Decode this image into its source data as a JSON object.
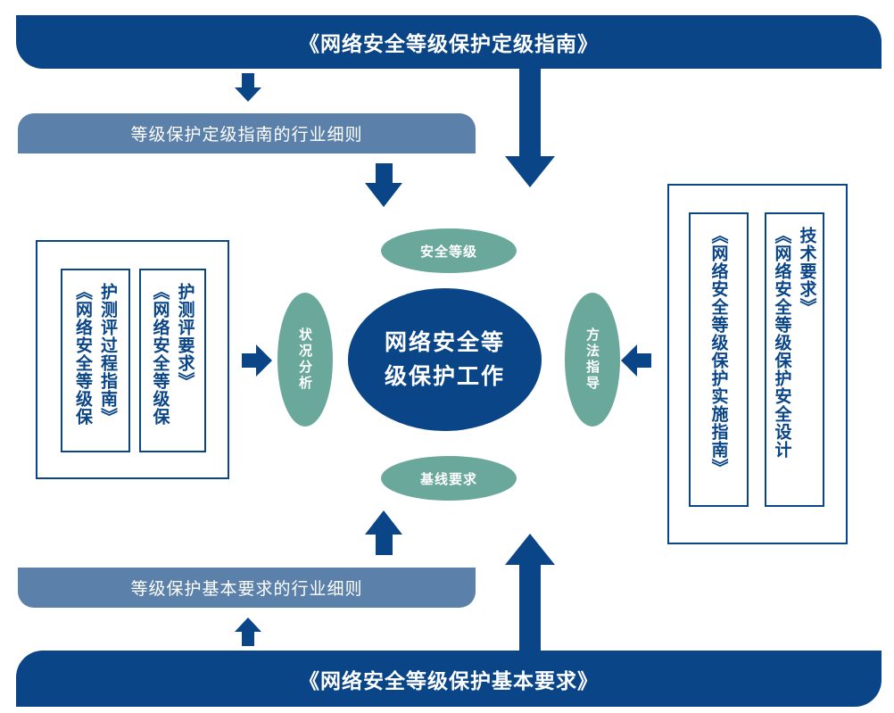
{
  "top_banner": {
    "title": "《网络安全等级保护定级指南》"
  },
  "bottom_banner": {
    "title": "《网络安全等级保护基本要求》"
  },
  "sub_top": {
    "label": "等级保护定级指南的行业细则"
  },
  "sub_bottom": {
    "label": "等级保护基本要求的行业细则"
  },
  "center": {
    "line1": "网络安全等",
    "line2": "级保护工作"
  },
  "nodes": {
    "top": "安全等级",
    "bottom": "基线要求",
    "left": "状况分析",
    "right": "方法指导"
  },
  "left_docs": {
    "doc1_col1": "《网络安全等级保",
    "doc1_col2": "护测评过程指南》",
    "doc2_col1": "《网络安全等级保",
    "doc2_col2": "护测评要求》"
  },
  "right_docs": {
    "doc1": "《网络安全等级保护实施指南》",
    "doc2_col1": "《网络安全等级保护安全设计",
    "doc2_col2": "技术要求》"
  },
  "colors": {
    "navy": "#0a4588",
    "steel_blue": "#5b81aa",
    "teal": "#6aa89c"
  }
}
